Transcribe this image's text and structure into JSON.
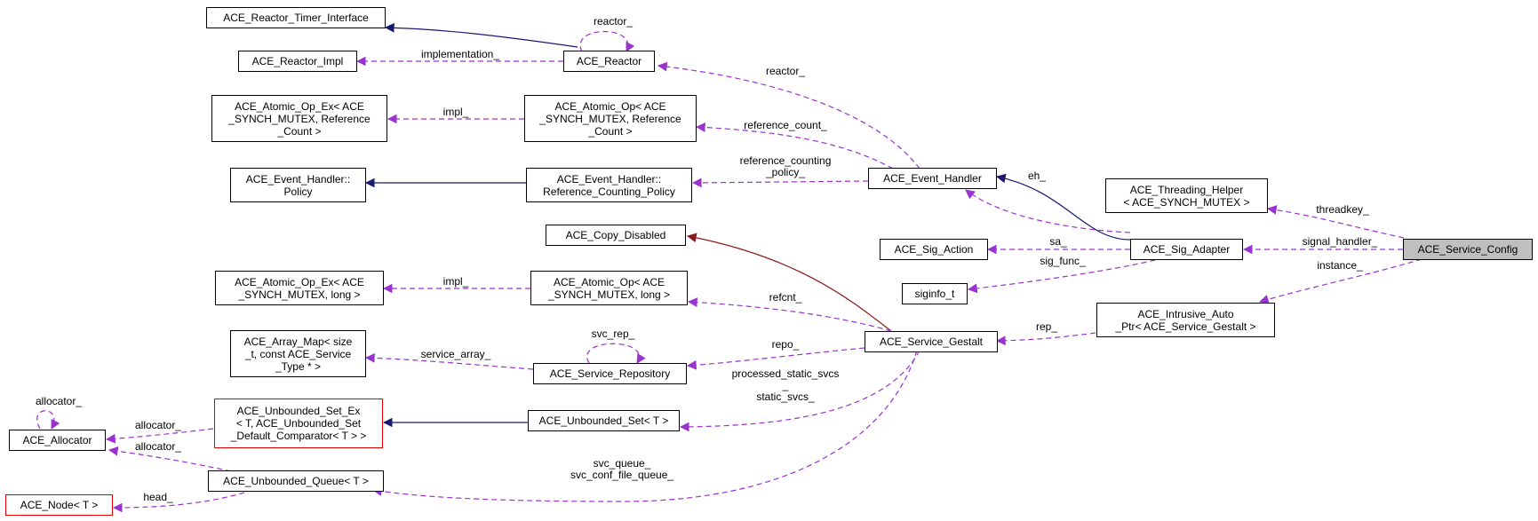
{
  "nodes": {
    "reactor_timer_interface": "ACE_Reactor_Timer_Interface",
    "reactor_impl": "ACE_Reactor_Impl",
    "reactor": "ACE_Reactor",
    "atomic_op_ex_refcount": "ACE_Atomic_Op_Ex< ACE\n_SYNCH_MUTEX, Reference\n_Count >",
    "atomic_op_refcount": "ACE_Atomic_Op< ACE\n_SYNCH_MUTEX, Reference\n_Count >",
    "event_handler_policy": "ACE_Event_Handler::\nPolicy",
    "event_handler_rc_policy": "ACE_Event_Handler::\nReference_Counting_Policy",
    "event_handler": "ACE_Event_Handler",
    "threading_helper": "ACE_Threading_Helper\n< ACE_SYNCH_MUTEX >",
    "copy_disabled": "ACE_Copy_Disabled",
    "sig_action": "ACE_Sig_Action",
    "sig_adapter": "ACE_Sig_Adapter",
    "service_config": "ACE_Service_Config",
    "siginfo": "siginfo_t",
    "atomic_op_ex_long": "ACE_Atomic_Op_Ex< ACE\n_SYNCH_MUTEX, long >",
    "atomic_op_long": "ACE_Atomic_Op< ACE\n_SYNCH_MUTEX, long >",
    "intrusive_auto_ptr": "ACE_Intrusive_Auto\n_Ptr< ACE_Service_Gestalt >",
    "array_map": "ACE_Array_Map< size\n_t, const ACE_Service\n_Type * >",
    "service_repository": "ACE_Service_Repository",
    "service_gestalt": "ACE_Service_Gestalt",
    "unbounded_set_ex": "ACE_Unbounded_Set_Ex\n< T, ACE_Unbounded_Set\n_Default_Comparator< T > >",
    "unbounded_set": "ACE_Unbounded_Set< T >",
    "allocator": "ACE_Allocator",
    "unbounded_queue": "ACE_Unbounded_Queue< T >",
    "node": "ACE_Node< T >"
  },
  "edge_labels": {
    "reactor_self": "reactor_",
    "implementation": "implementation_",
    "reactor": "reactor_",
    "impl_refcount": "impl_",
    "reference_count": "reference_count_",
    "reference_counting_policy": "reference_counting\n_policy_",
    "eh": "eh_",
    "threadkey": "threadkey_",
    "sa": "sa_",
    "signal_handler": "signal_handler_",
    "sig_func": "sig_func_",
    "instance": "instance_",
    "impl_long": "impl_",
    "refcnt": "refcnt_",
    "rep": "rep_",
    "svc_rep_self": "svc_rep_",
    "repo": "repo_",
    "service_array": "service_array_",
    "processed_static_svcs": "processed_static_svcs\n_\nstatic_svcs_",
    "allocator_self": "allocator_",
    "allocator_set": "allocator_",
    "allocator_queue": "allocator_",
    "svc_queue": "svc_queue_\nsvc_conf_file_queue_",
    "head": "head_"
  },
  "colors": {
    "inheritance": "#191970",
    "private_inheritance": "#8b1a1a",
    "usage": "#9a32cd",
    "selected_fill": "#bfbfbf",
    "missing_border": "#e00000"
  }
}
